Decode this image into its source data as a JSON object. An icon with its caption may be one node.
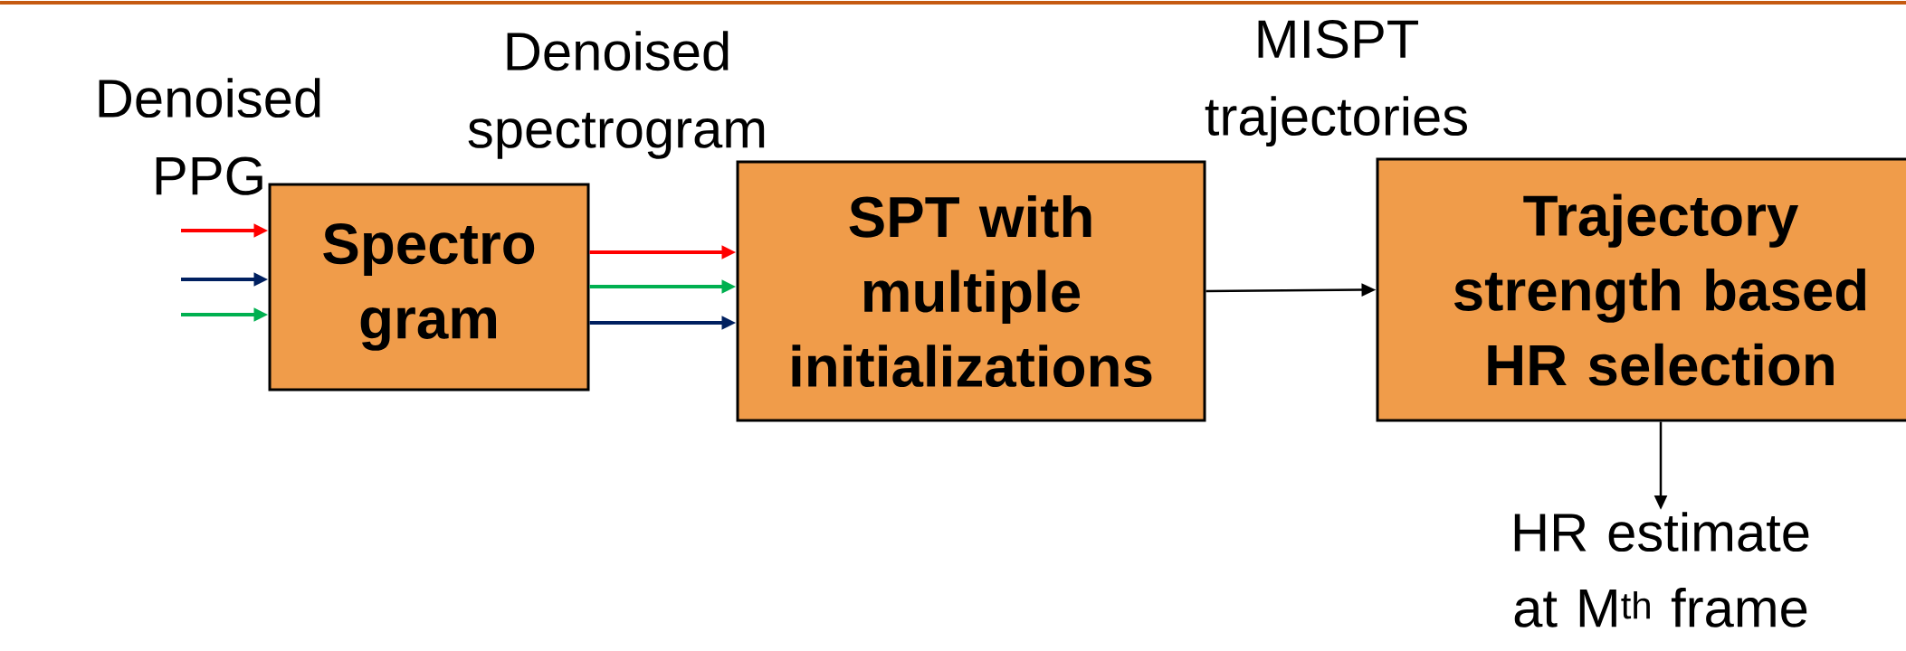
{
  "diagram": {
    "nodes": [
      {
        "text": [
          "Spectro gram"
        ]
      },
      {
        "text": [
          "SPT with multiple initializations"
        ]
      },
      {
        "text": [
          "Trajectory strength based HR selection"
        ]
      },
      {
        "text": [
          "HR estimate at M$^{th}$ frame"
        ]
      }
    ],
    "edges": [
      {
        "from": null,
        "to": 0,
        "arrow": "to",
        "color": "#ff0000"
      },
      {
        "from": null,
        "to": 0,
        "arrow": "to",
        "color": "#002060"
      },
      {
        "from": null,
        "to": 0,
        "arrow": "to",
        "color": "#00b050"
      },
      {
        "from": 0,
        "to": 1,
        "arrow": "to",
        "color": "#ff0000"
      },
      {
        "from": 0,
        "to": 1,
        "arrow": "to",
        "color": "#00b050"
      },
      {
        "from": 0,
        "to": 1,
        "arrow": "to",
        "color": "#002060"
      },
      {
        "from": 1,
        "to": 2,
        "arrow": "to",
        "color": "#000000"
      },
      {
        "from": 2,
        "to": 3,
        "arrow": "to",
        "color": "#000000"
      }
    ],
    "labels": [
      "Denoised PPG",
      "Denoised spectrogram",
      "MISPT trajectories"
    ]
  }
}
